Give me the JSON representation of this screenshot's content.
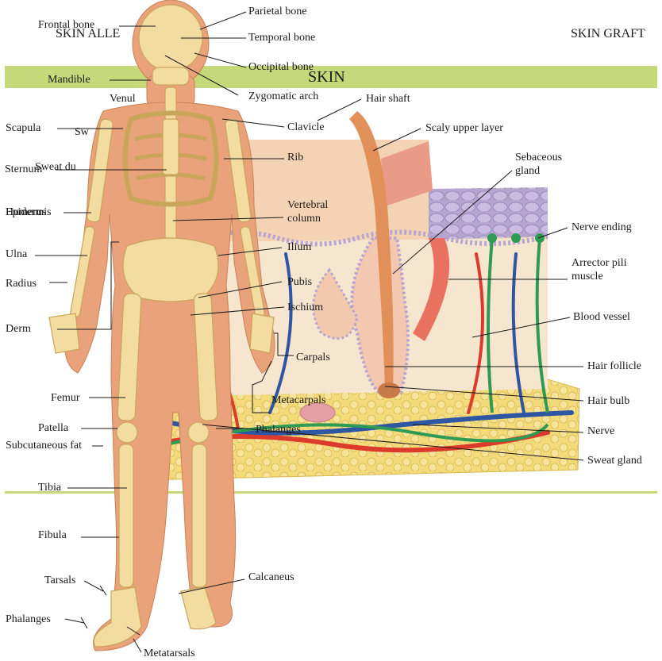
{
  "header": {
    "left": "SKIN ALLE",
    "right": "SKIN GRAFT",
    "band_title": "SKIN"
  },
  "skin_labels": {
    "venule": "Venul",
    "sweat_pore": "Sw",
    "sweat_duct": "Sweat du",
    "epidermis": "Epidermis",
    "dermis": "Derm",
    "subcutaneous_fat": "Subcutaneous fat",
    "hair_shaft": "Hair shaft",
    "scaly_upper_layer": "Scaly upper layer",
    "sebaceous_gland": "Sebaceous gland",
    "nerve_ending": "Nerve ending",
    "arrector_pili": "Arrector pili muscle",
    "blood_vessel": "Blood vessel",
    "hair_follicle": "Hair follicle",
    "hair_bulb": "Hair bulb",
    "nerve": "Nerve",
    "sweat_gland": "Sweat gland"
  },
  "bone_labels": {
    "frontal_bone": "Frontal bone",
    "parietal_bone": "Parietal bone",
    "temporal_bone": "Temporal bone",
    "occipital_bone": "Occipital bone",
    "mandible": "Mandible",
    "zygomatic_arch": "Zygomatic arch",
    "scapula": "Scapula",
    "clavicle": "Clavicle",
    "sternum": "Sternum",
    "rib": "Rib",
    "humerus": "Humerus",
    "vertebral_column": "Vertebral column",
    "ulna": "Ulna",
    "ilium": "Ilium",
    "radius": "Radius",
    "pubis": "Pubis",
    "ischium": "Ischium",
    "carpals": "Carpals",
    "femur": "Femur",
    "metacarpals": "Metacarpals",
    "patella": "Patella",
    "phalanges_hand": "Phalanges",
    "tibia": "Tibia",
    "fibula": "Fibula",
    "tarsals": "Tarsals",
    "calcaneus": "Calcaneus",
    "phalanges_foot": "Phalanges",
    "metatarsals": "Metatarsals"
  },
  "colors": {
    "band": "#c6d97a",
    "body": "#e9a279",
    "bone": "#f3dca0",
    "fat": "#f3da7a",
    "dermis": "#f6e6cf",
    "epidermis_purple": "#b6a6cf",
    "vessel_red": "#dc3b2b",
    "vessel_blue": "#2f56a3",
    "nerve_green": "#2e9a53"
  }
}
